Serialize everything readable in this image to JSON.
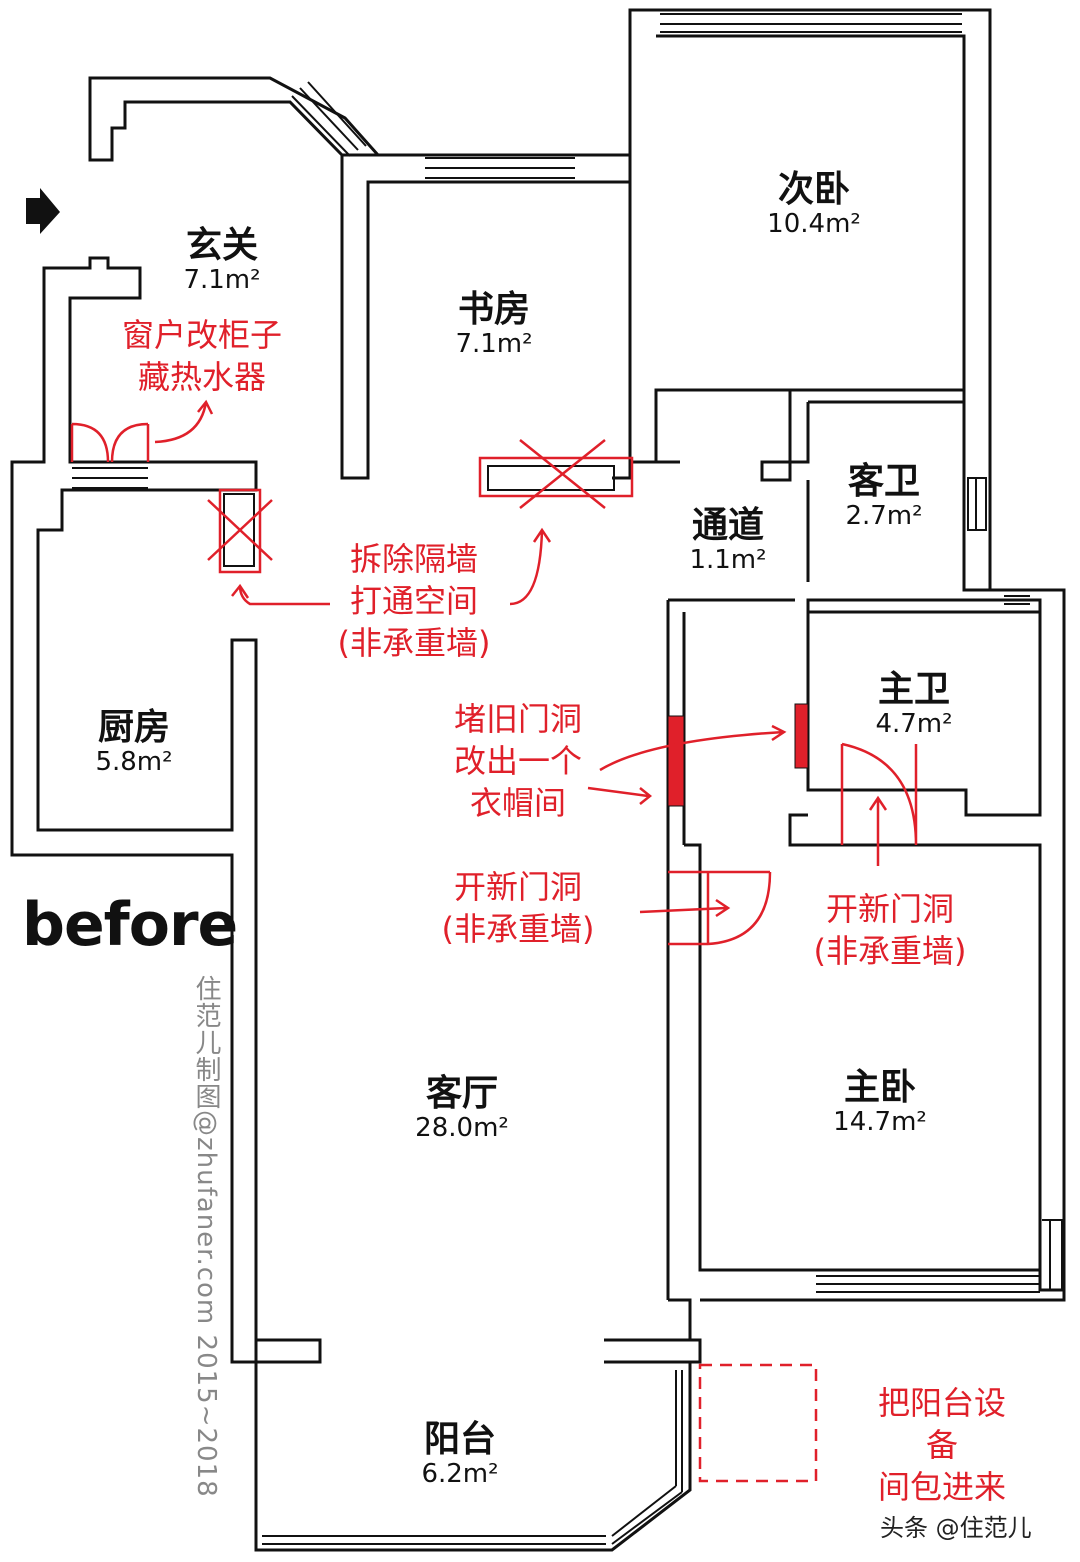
{
  "rooms": {
    "entry": {
      "name": "玄关",
      "area": "7.1m²"
    },
    "study": {
      "name": "书房",
      "area": "7.1m²"
    },
    "second_bedroom": {
      "name": "次卧",
      "area": "10.4m²"
    },
    "guest_bath": {
      "name": "客卫",
      "area": "2.7m²"
    },
    "corridor": {
      "name": "通道",
      "area": "1.1m²"
    },
    "kitchen": {
      "name": "厨房",
      "area": "5.8m²"
    },
    "master_bath": {
      "name": "主卫",
      "area": "4.7m²"
    },
    "living_room": {
      "name": "客厅",
      "area": "28.0m²"
    },
    "master_bedroom": {
      "name": "主卧",
      "area": "14.7m²"
    },
    "balcony": {
      "name": "阳台",
      "area": "6.2m²"
    }
  },
  "notes": {
    "window_cabinet": "窗户改柜子\n藏热水器",
    "remove_wall": "拆除隔墙\n打通空间\n(非承重墙)",
    "block_door": "堵旧门洞\n改出一个\n衣帽间",
    "new_door_left": "开新门洞\n(非承重墙)",
    "new_door_right": "开新门洞\n(非承重墙)",
    "balcony_equipment": "把阳台设备\n间包进来"
  },
  "stage_label": "before",
  "watermark": "住范儿制图@zhufaner.com 2015~2018",
  "credit": "头条 @住范儿",
  "colors": {
    "wall": "#111111",
    "annotation": "#e0202a"
  }
}
